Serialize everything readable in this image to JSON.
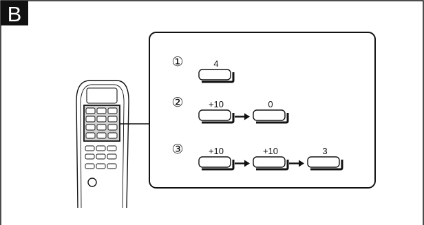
{
  "panel": {
    "label": "B"
  },
  "steps": [
    {
      "number": "①",
      "buttons": [
        "4"
      ]
    },
    {
      "number": "②",
      "buttons": [
        "+10",
        "0"
      ]
    },
    {
      "number": "③",
      "buttons": [
        "+10",
        "+10",
        "3"
      ]
    }
  ],
  "colors": {
    "ink": "#111111",
    "panel_bg": "#ffffff",
    "badge_bg": "#111111",
    "badge_fg": "#ffffff"
  },
  "icons": {
    "remote": "remote-control-icon",
    "arrow": "arrow-right-icon"
  }
}
